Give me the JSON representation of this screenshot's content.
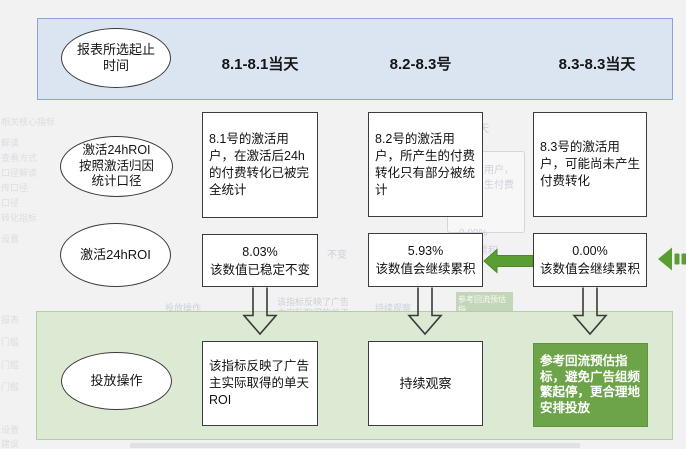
{
  "header": {
    "row_label": "报表所选起止\n时间",
    "columns": [
      "8.1-8.1当天",
      "8.2-8.3号",
      "8.3-8.3当天"
    ]
  },
  "caliber_row": {
    "label": "激活24hROI\n按照激活归因\n统计口径",
    "cells": [
      "8.1号的激活用户，在激活后24h的付费转化已被完全统计",
      "8.2号的激活用户，所产生的付费转化只有部分被统计",
      "8.3号的激活用户，可能尚未产生付费转化"
    ]
  },
  "roi_row": {
    "label": "激活24hROI",
    "cells": [
      {
        "value": "8.03%",
        "note": "该数值已稳定不变"
      },
      {
        "value": "5.93%",
        "note": "该数值会继续累积"
      },
      {
        "value": "0.00%",
        "note": "该数值会继续累积"
      }
    ]
  },
  "action_row": {
    "label": "投放操作",
    "cells": [
      "该指标反映了广告主实际取得的单天ROI",
      "持续观察",
      "参考回流预估指标，避免广告组频繁起停，更合理地安排投放"
    ]
  },
  "colors": {
    "band_blue": "#dbe5f2",
    "band_blue_border": "#8aa5d3",
    "band_green": "#dcead3",
    "band_green_border": "#b3cea2",
    "highlight_box_green": "#6da44a",
    "arrow_green": "#5a9e33",
    "box_border": "#3c3c3c"
  },
  "ghosts": {
    "sidebar": [
      "相关核心指标",
      "解读",
      "查看方式",
      "口径解读",
      "传口径",
      "口径",
      "转化指标",
      "设置",
      "报表",
      "门槛",
      "门槛",
      "门槛",
      "设置",
      "建议"
    ],
    "fragments": [
      "8.3当天",
      "激活用户，",
      "未产生付费",
      "0.00%",
      "会继续累积",
      "不变",
      "持续观察",
      "投放操作",
      "该指标反映了广告",
      "主实际取得的单天"
    ],
    "green_box_text": "参考回流预估指\n标，避免广告组频"
  }
}
